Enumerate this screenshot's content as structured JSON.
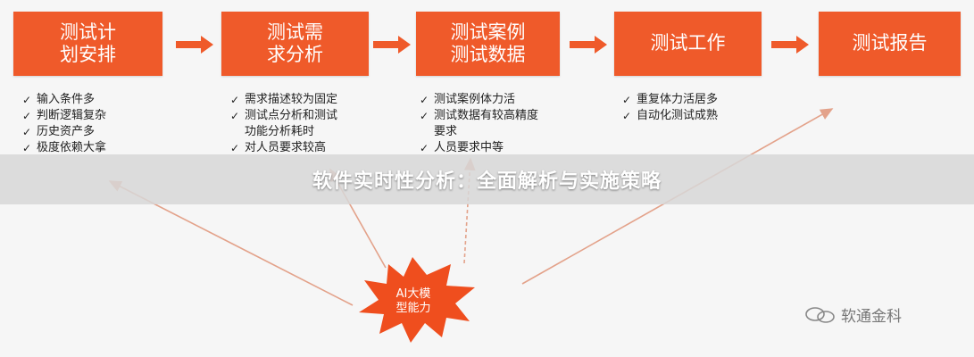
{
  "steps": [
    {
      "label": "测试计\n划安排",
      "points": [
        "输入条件多",
        "判断逻辑复杂",
        "历史资产多",
        "极度依赖大拿"
      ]
    },
    {
      "label": "测试需\n求分析",
      "points": [
        "需求描述较为固定",
        "测试点分析和测试",
        "功能分析耗时",
        "对人员要求较高"
      ]
    },
    {
      "label": "测试案例\n测试数据",
      "points": [
        "测试案例体力活",
        "测试数据有较高精度",
        "要求",
        "人员要求中等"
      ]
    },
    {
      "label": "测试工作",
      "points": [
        "重复体力活居多",
        "自动化测试成熟"
      ]
    },
    {
      "label": "测试报告",
      "points": []
    }
  ],
  "center": {
    "label": "AI大模\n型能力"
  },
  "banner": {
    "title": "软件实时性分析：全面解析与实施策略"
  },
  "watermark": {
    "text": "软通金科"
  },
  "colors": {
    "box": "#ef5a2a",
    "arrow": "#ef5a2a",
    "line": "#e3a28a"
  }
}
